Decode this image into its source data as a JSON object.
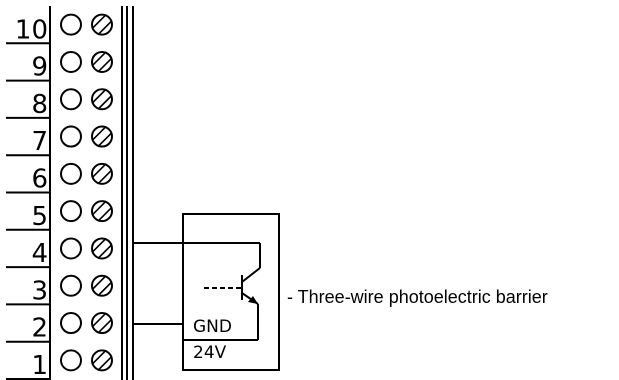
{
  "terminals": [
    {
      "number": "10"
    },
    {
      "number": "9"
    },
    {
      "number": "8"
    },
    {
      "number": "7"
    },
    {
      "number": "6"
    },
    {
      "number": "5"
    },
    {
      "number": "4",
      "wired": true
    },
    {
      "number": "3"
    },
    {
      "number": "2",
      "wired": true
    },
    {
      "number": "1"
    }
  ],
  "device": {
    "label_gnd": "GND",
    "label_24v": "24V",
    "caption": "- Three-wire photoelectric barrier"
  },
  "colors": {
    "line": "#000000",
    "background": "#ffffff"
  }
}
